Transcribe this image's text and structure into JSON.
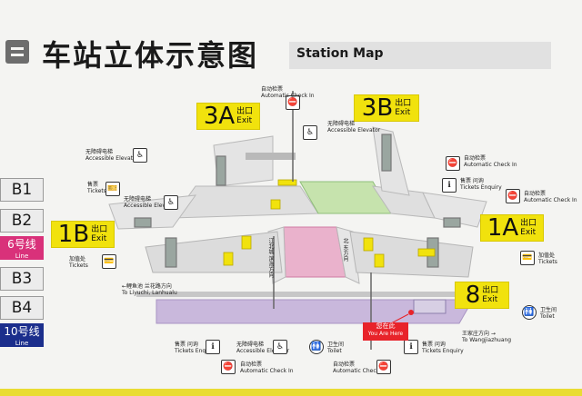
{
  "title": {
    "cn": "车站立体示意图",
    "en": "Station Map"
  },
  "floors": [
    {
      "id": "B1",
      "label": "B1"
    },
    {
      "id": "B2",
      "label": "B2"
    },
    {
      "id": "line6",
      "label": "6号线",
      "sub": "Line"
    },
    {
      "id": "B3",
      "label": "B3"
    },
    {
      "id": "B4",
      "label": "B4"
    },
    {
      "id": "line10",
      "label": "10号线",
      "sub": "Line"
    }
  ],
  "exits": [
    {
      "id": "3A",
      "num": "3A",
      "cn": "出口",
      "en": "Exit"
    },
    {
      "id": "3B",
      "num": "3B",
      "cn": "出口",
      "en": "Exit"
    },
    {
      "id": "1B",
      "num": "1B",
      "cn": "出口",
      "en": "Exit"
    },
    {
      "id": "1A",
      "num": "1A",
      "cn": "出口",
      "en": "Exit"
    },
    {
      "id": "8",
      "num": "8",
      "cn": "出口",
      "en": "Exit"
    }
  ],
  "labels": {
    "auto_top": {
      "cn": "自动检票",
      "en": "Automatic Check In"
    },
    "elev_top": {
      "cn": "无障碍电梯",
      "en": "Accessible Elevator"
    },
    "elev_left": {
      "cn": "无障碍电梯",
      "en": "Accessible Elevator"
    },
    "auto_right": {
      "cn": "自动检票",
      "en": "Automatic Check In"
    },
    "ticket_left": {
      "cn": "售票",
      "en": "Tickets"
    },
    "elev_mid": {
      "cn": "无障碍电梯",
      "en": "Accessible Elevator"
    },
    "enquiry_right": {
      "cn": "售票 问询",
      "en": "Tickets Enquiry"
    },
    "auto_right2": {
      "cn": "自动检票",
      "en": "Automatic Check In"
    },
    "topup_left": {
      "cn": "加值处",
      "en": "Tickets"
    },
    "topup_right": {
      "cn": "加值处",
      "en": "Tickets"
    },
    "dir_left": {
      "cn": "←鲤鱼池 兰花路方向",
      "en": "To Liyuchi, Lanhualu"
    },
    "toilet_right": {
      "cn": "卫生间",
      "en": "Toilet"
    },
    "dir_right": {
      "cn": "王家庄方向 →",
      "en": "To Wangjiazhuang"
    },
    "enquiry_b1": {
      "cn": "售票 问询",
      "en": "Tickets Enquiry"
    },
    "elev_b1": {
      "cn": "无障碍电梯",
      "en": "Accessible Elevator"
    },
    "toilet_b1": {
      "cn": "卫生间",
      "en": "Toilet"
    },
    "enquiry_b2": {
      "cn": "售票 问询",
      "en": "Tickets Enquiry"
    },
    "auto_b1": {
      "cn": "自动检票",
      "en": "Automatic Check In"
    },
    "auto_b2": {
      "cn": "自动检票",
      "en": "Automatic Check In"
    },
    "stair_left": "江北城 滨海方向",
    "stair_right": "北 东方向"
  },
  "you_are_here": {
    "cn": "您在此",
    "en": "You Are Here"
  },
  "colors": {
    "exit_yellow": "#f1e20d",
    "line6": "#d9317a",
    "line10": "#1b2e8c",
    "concourse_green": "#c6e3ad",
    "platform_purple": "#c9b8dc",
    "platform_pink": "#eab2cc",
    "here_red": "#e8232a"
  }
}
